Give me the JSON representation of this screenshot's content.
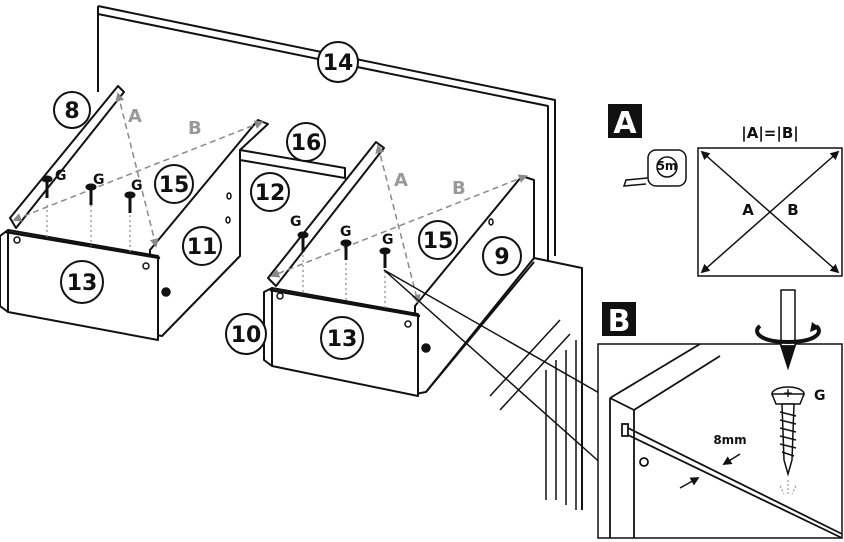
{
  "parts": {
    "p8": "8",
    "p9": "9",
    "p10": "10",
    "p11": "11",
    "p12": "12",
    "p13a": "13",
    "p13b": "13",
    "p14": "14",
    "p15a": "15",
    "p15b": "15",
    "p16": "16"
  },
  "diagonals": {
    "a": "A",
    "b": "B"
  },
  "screw_label": "G",
  "detail_a": {
    "badge": "A",
    "tape_label": "5m",
    "equation": "|A|=|B|",
    "diag_a": "A",
    "diag_b": "B"
  },
  "detail_b": {
    "badge": "B",
    "screw_label": "G",
    "distance": "8mm"
  }
}
